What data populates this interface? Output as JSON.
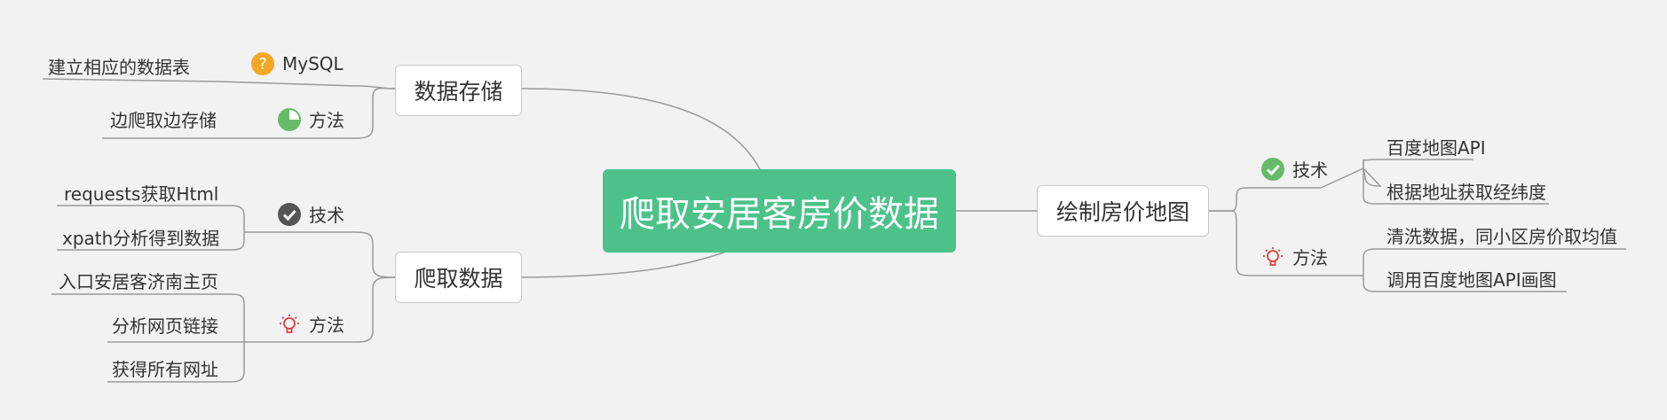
{
  "central": {
    "label": "爬取安居客房价数据"
  },
  "branches": {
    "storage": {
      "label": "数据存储",
      "mysql": {
        "icon": "question-icon",
        "label": "MySQL",
        "items": [
          "建立相应的数据表"
        ]
      },
      "method": {
        "icon": "pie-progress-icon",
        "label": "方法",
        "items": [
          "边爬取边存储"
        ]
      }
    },
    "crawl": {
      "label": "爬取数据",
      "tech": {
        "icon": "check-dark-icon",
        "label": "技术",
        "items": [
          "requests获取Html",
          "xpath分析得到数据"
        ]
      },
      "method": {
        "icon": "lightbulb-icon",
        "label": "方法",
        "items": [
          "入口安居客济南主页",
          "分析网页链接",
          "获得所有网址"
        ]
      }
    },
    "map": {
      "label": "绘制房价地图",
      "tech": {
        "icon": "check-green-icon",
        "label": "技术",
        "items": [
          "百度地图API",
          "根据地址获取经纬度"
        ]
      },
      "method": {
        "icon": "lightbulb-icon",
        "label": "方法",
        "items": [
          "清洗数据，同小区房价取均值",
          "调用百度地图API画图"
        ]
      }
    }
  },
  "colors": {
    "background": "#f2f2f2",
    "central": "#4cc28a",
    "line": "#9a9a9a",
    "question": "#f5a623",
    "green": "#66bb6a",
    "dark": "#555555",
    "bulb": "#d94040"
  }
}
